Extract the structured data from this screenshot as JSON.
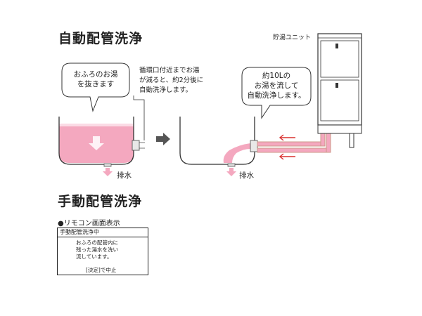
{
  "auto_section": {
    "title": "自動配管洗浄",
    "bubble_drain": [
      "おふろのお湯",
      "を抜きます"
    ],
    "note_lines": [
      "循環口付近までお湯",
      "が減ると、約2分後に",
      "自動洗浄します。"
    ],
    "bubble_flush": [
      "約10Lの",
      "お湯を流して",
      "自動洗浄します。"
    ],
    "tank_label": "貯湯ユニット",
    "drain_label_1": "排水",
    "drain_label_2": "排水"
  },
  "manual_section": {
    "title": "手動配管洗浄",
    "remote_caption": "●リモコン画面表示",
    "remote_header": "手動配管洗浄中",
    "remote_message": [
      "おふろの配管内に",
      "残った湯水を洗い",
      "流しています。"
    ],
    "remote_footer": "[決定]で中止"
  },
  "colors": {
    "water_pink": "#f4a8bf",
    "water_light": "#fbdbe5",
    "arrow_red": "#d9302f",
    "arrow_gray": "#555555"
  }
}
